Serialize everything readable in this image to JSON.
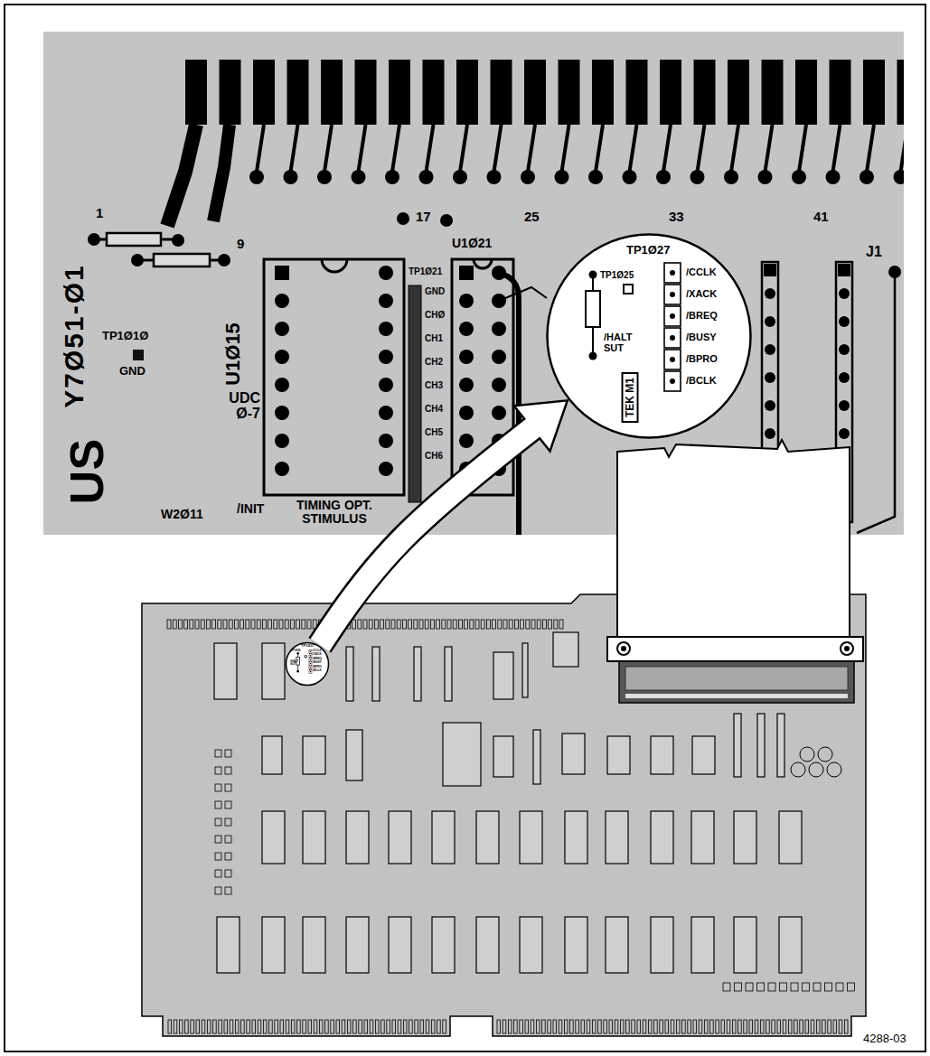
{
  "diagram": {
    "nodes": [
      {
        "text": [
          "TP1Ø27",
          "TP1Ø25",
          "/HALT SUT",
          "/CCLK",
          "/XACK",
          "/BREQ",
          "/BUSY",
          "/BPRO",
          "/BCLK"
        ]
      },
      {
        "text": [
          "TP1Ø27",
          "TP1Ø25",
          "/HALT SUT",
          "/CCLK",
          "/XACK",
          "/BREQ",
          "/BUSY",
          "/BPRO",
          "/BCLK"
        ]
      }
    ],
    "edges": [
      {
        "from": 0,
        "to": 1,
        "arrow": "to"
      }
    ],
    "labels": [
      "1",
      "17",
      "25",
      "33",
      "41",
      "J1",
      "9",
      "U1Ø21",
      "TP1Ø21",
      "GND",
      "CHØ",
      "CH1",
      "CH2",
      "CH3",
      "CH4",
      "CH5",
      "CH6",
      "Y7Ø51-Ø1",
      "TP1Ø1Ø",
      "GND",
      "U1Ø15",
      "US",
      "UDC Ø-7",
      "W2Ø11",
      "/INIT",
      "TIMING OPT. STIMULUS",
      "TEK M1",
      "4288-03"
    ]
  }
}
